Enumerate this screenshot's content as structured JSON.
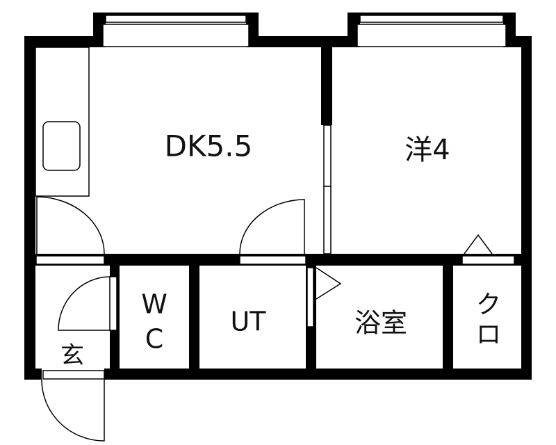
{
  "floor_plan": {
    "rooms": {
      "dk": "DK5.5",
      "western_room": "洋4",
      "wc_top": "W",
      "wc_bottom": "C",
      "utility": "UT",
      "bathroom": "浴室",
      "closet_top": "ク",
      "closet_bottom": "ロ",
      "entrance": "玄"
    }
  }
}
